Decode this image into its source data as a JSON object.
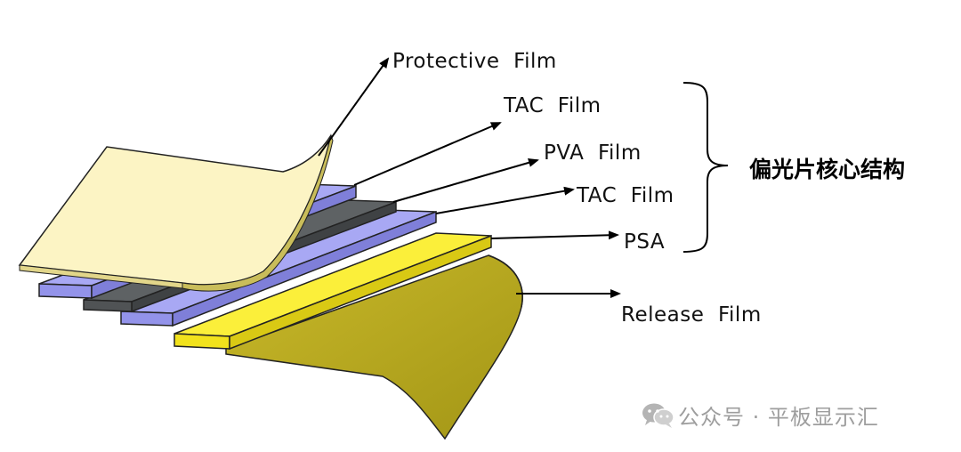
{
  "labels": {
    "protective_film": "Protective  Film",
    "tac_film_top": "TAC  Film",
    "pva_film": "PVA  Film",
    "tac_film_bottom": "TAC  Film",
    "psa": "PSA",
    "release_film": "Release  Film"
  },
  "core_structure_label": "偏光片核心结构",
  "watermark": {
    "text": "公众号 · 平板显示汇",
    "icon": "wechat-icon"
  },
  "colors": {
    "protective_film": "#fbf3c2",
    "tac_film": "#9d9df0",
    "pva_film": "#555a5c",
    "psa": "#f8ea24",
    "release_film": "#b5a620"
  }
}
